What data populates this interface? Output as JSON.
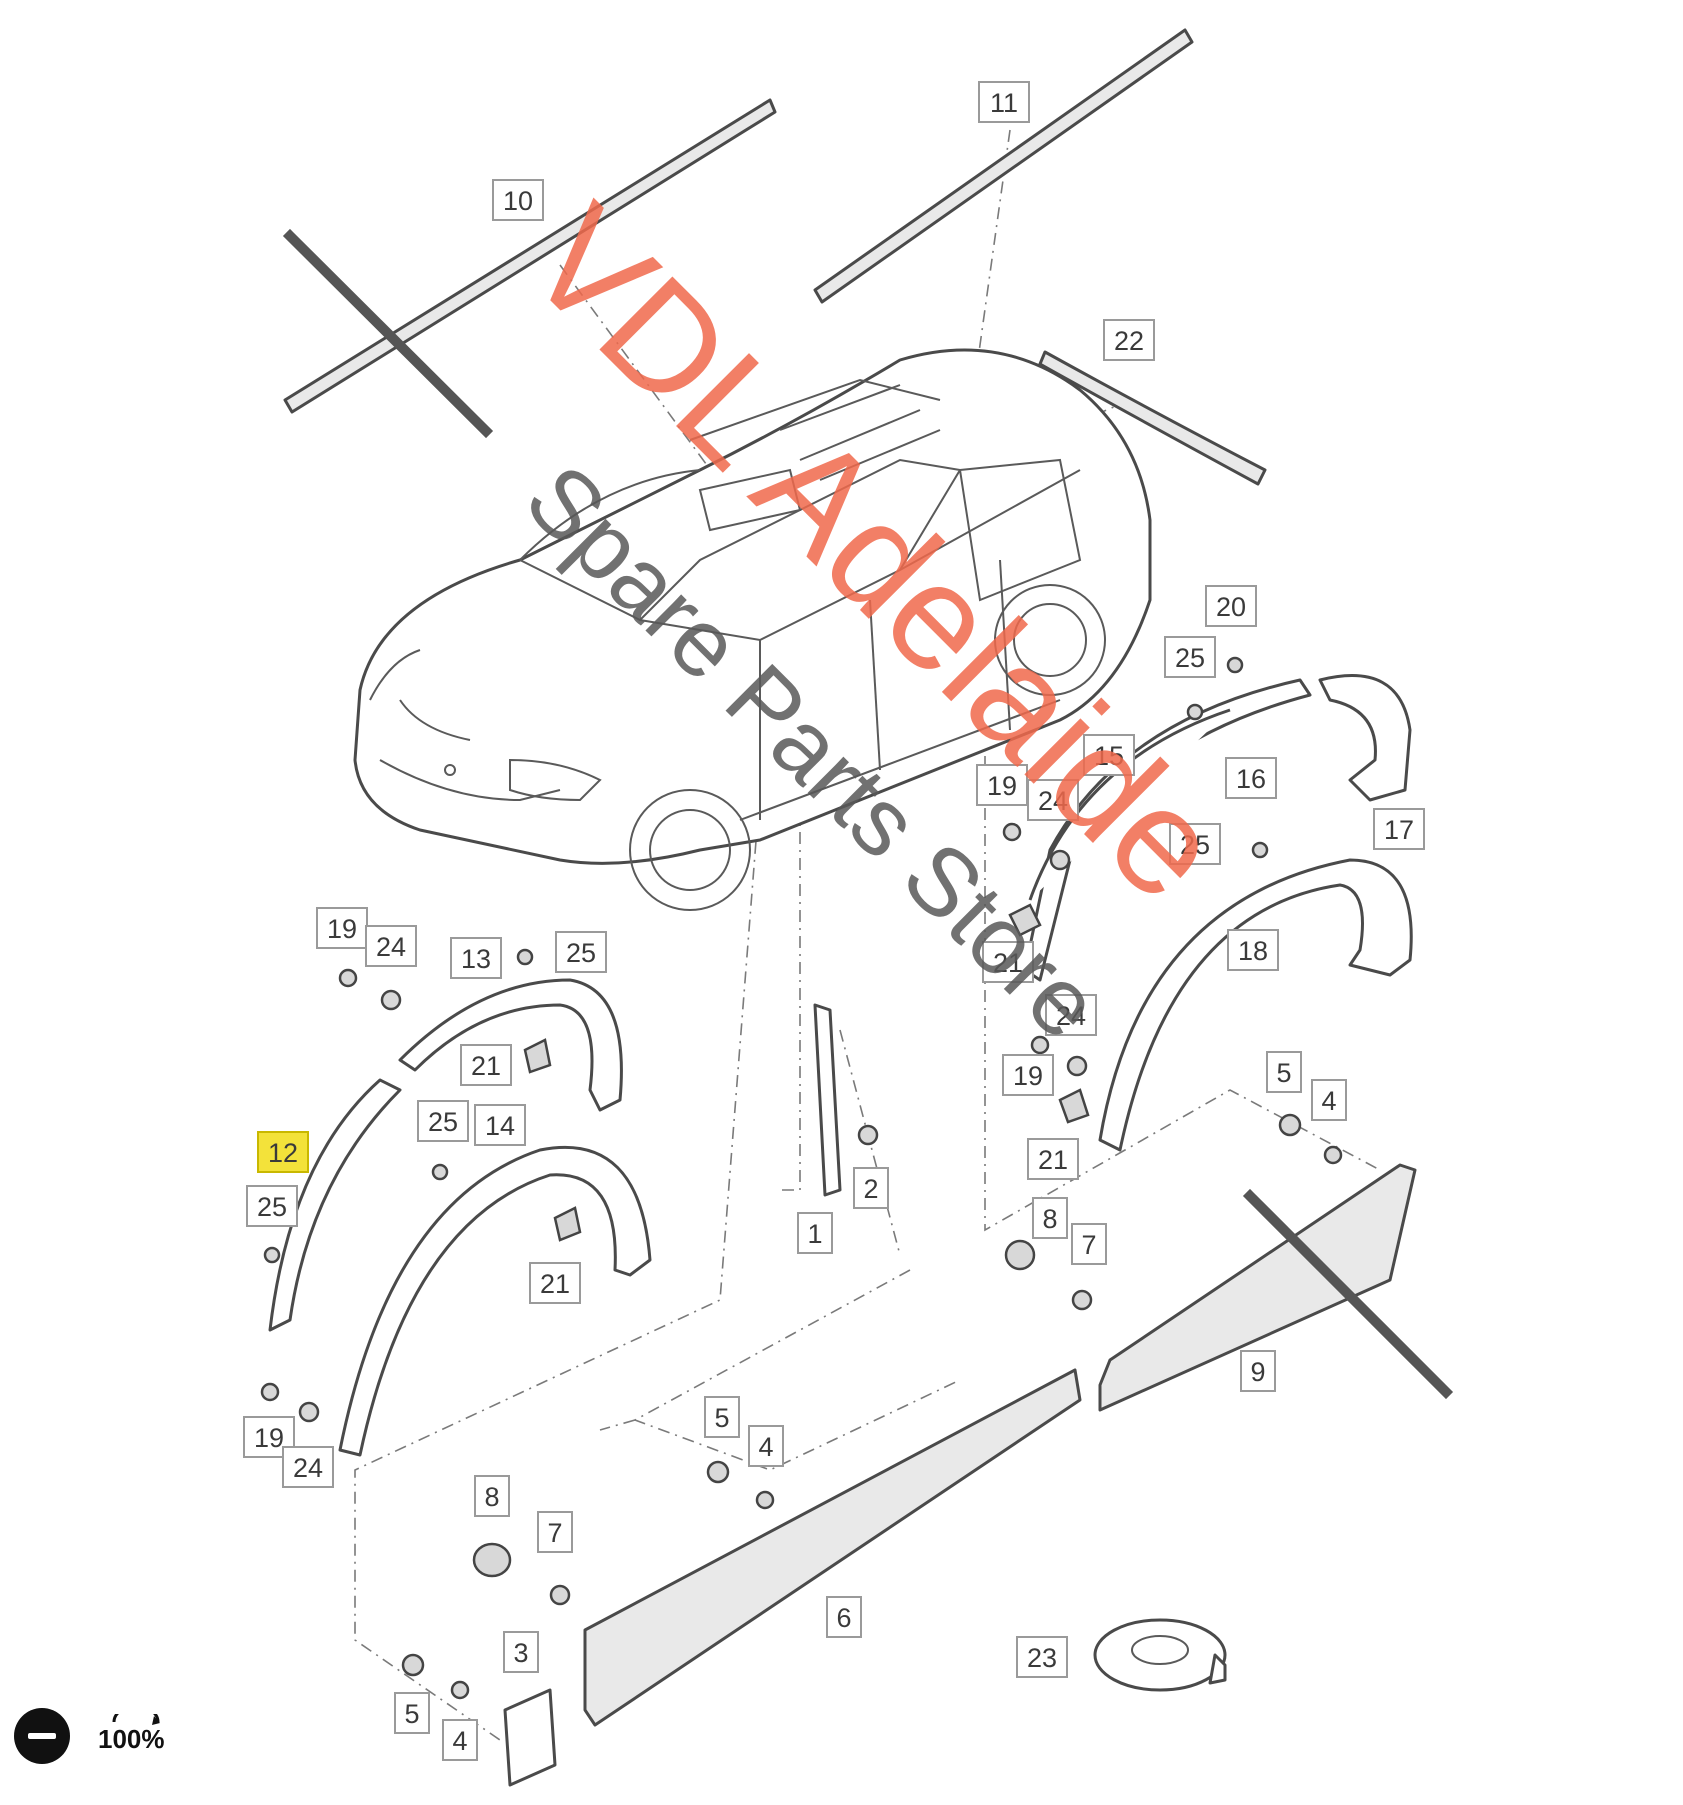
{
  "diagram": {
    "callouts": [
      {
        "id": "c10",
        "label": "10"
      },
      {
        "id": "c11",
        "label": "11"
      },
      {
        "id": "c22",
        "label": "22"
      },
      {
        "id": "c20",
        "label": "20"
      },
      {
        "id": "c25a",
        "label": "25"
      },
      {
        "id": "c15",
        "label": "15"
      },
      {
        "id": "c16",
        "label": "16"
      },
      {
        "id": "c17",
        "label": "17"
      },
      {
        "id": "c19a",
        "label": "19"
      },
      {
        "id": "c24a",
        "label": "24"
      },
      {
        "id": "c25b",
        "label": "25"
      },
      {
        "id": "c18",
        "label": "18"
      },
      {
        "id": "c21a",
        "label": "21"
      },
      {
        "id": "c24b",
        "label": "24"
      },
      {
        "id": "c19b",
        "label": "19"
      },
      {
        "id": "c21b",
        "label": "21"
      },
      {
        "id": "c5a",
        "label": "5"
      },
      {
        "id": "c4a",
        "label": "4"
      },
      {
        "id": "c8a",
        "label": "8"
      },
      {
        "id": "c7a",
        "label": "7"
      },
      {
        "id": "c9",
        "label": "9"
      },
      {
        "id": "c19c",
        "label": "19"
      },
      {
        "id": "c24c",
        "label": "24"
      },
      {
        "id": "c13",
        "label": "13"
      },
      {
        "id": "c25c",
        "label": "25"
      },
      {
        "id": "c21c",
        "label": "21"
      },
      {
        "id": "c25d",
        "label": "25"
      },
      {
        "id": "c14",
        "label": "14"
      },
      {
        "id": "c12",
        "label": "12"
      },
      {
        "id": "c25e",
        "label": "25"
      },
      {
        "id": "c21d",
        "label": "21"
      },
      {
        "id": "c1",
        "label": "1"
      },
      {
        "id": "c2",
        "label": "2"
      },
      {
        "id": "c19d",
        "label": "19"
      },
      {
        "id": "c24d",
        "label": "24"
      },
      {
        "id": "c5b",
        "label": "5"
      },
      {
        "id": "c4b",
        "label": "4"
      },
      {
        "id": "c8b",
        "label": "8"
      },
      {
        "id": "c7b",
        "label": "7"
      },
      {
        "id": "c6",
        "label": "6"
      },
      {
        "id": "c3",
        "label": "3"
      },
      {
        "id": "c5c",
        "label": "5"
      },
      {
        "id": "c4c",
        "label": "4"
      },
      {
        "id": "c23",
        "label": "23"
      }
    ],
    "highlighted_callout": "12",
    "highlight_color": "#f3e23a"
  },
  "watermark": {
    "line1": "VDL Adelaide",
    "line2": "Spare Parts Store",
    "line1_color": "#f0684b",
    "line2_color": "#585858"
  },
  "controls": {
    "zoom_label": "100%",
    "zoom_out_icon": "minus-circle-icon",
    "zoom_reset_icon": "zoom-reset-icon"
  }
}
